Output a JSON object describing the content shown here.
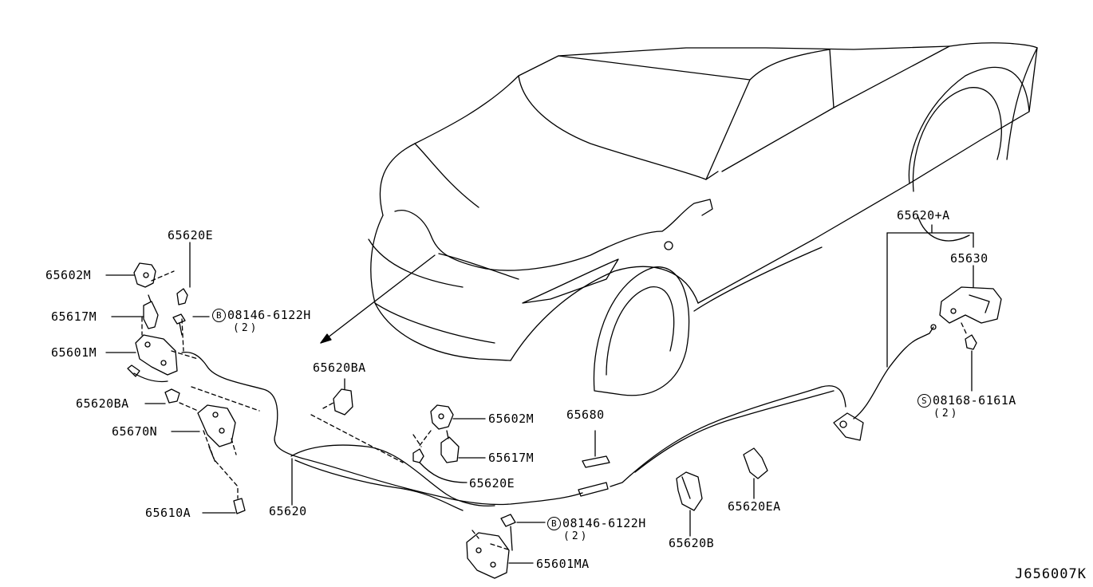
{
  "diagram_code": "J656007K",
  "labels": {
    "l_65620E_top": "65620E",
    "l_65602M_left": "65602M",
    "l_65617M_left": "65617M",
    "l_bolt_left": "08146-6122H",
    "l_bolt_left_qty": "(2)",
    "l_65601M": "65601M",
    "l_65620BA_left": "65620BA",
    "l_65670N": "65670N",
    "l_65610A": "65610A",
    "l_65620": "65620",
    "l_65620BA_mid": "65620BA",
    "l_65602M_mid": "65602M",
    "l_65617M_mid": "65617M",
    "l_65620E_mid": "65620E",
    "l_bolt_mid": "08146-6122H",
    "l_bolt_mid_qty": "(2)",
    "l_65601MA": "65601MA",
    "l_65680": "65680",
    "l_65620B": "65620B",
    "l_65620EA": "65620EA",
    "l_65620A": "65620+A",
    "l_65630": "65630",
    "l_screw": "08168-6161A",
    "l_screw_qty": "(2)"
  },
  "symbols": {
    "bolt": "B",
    "screw": "S"
  }
}
